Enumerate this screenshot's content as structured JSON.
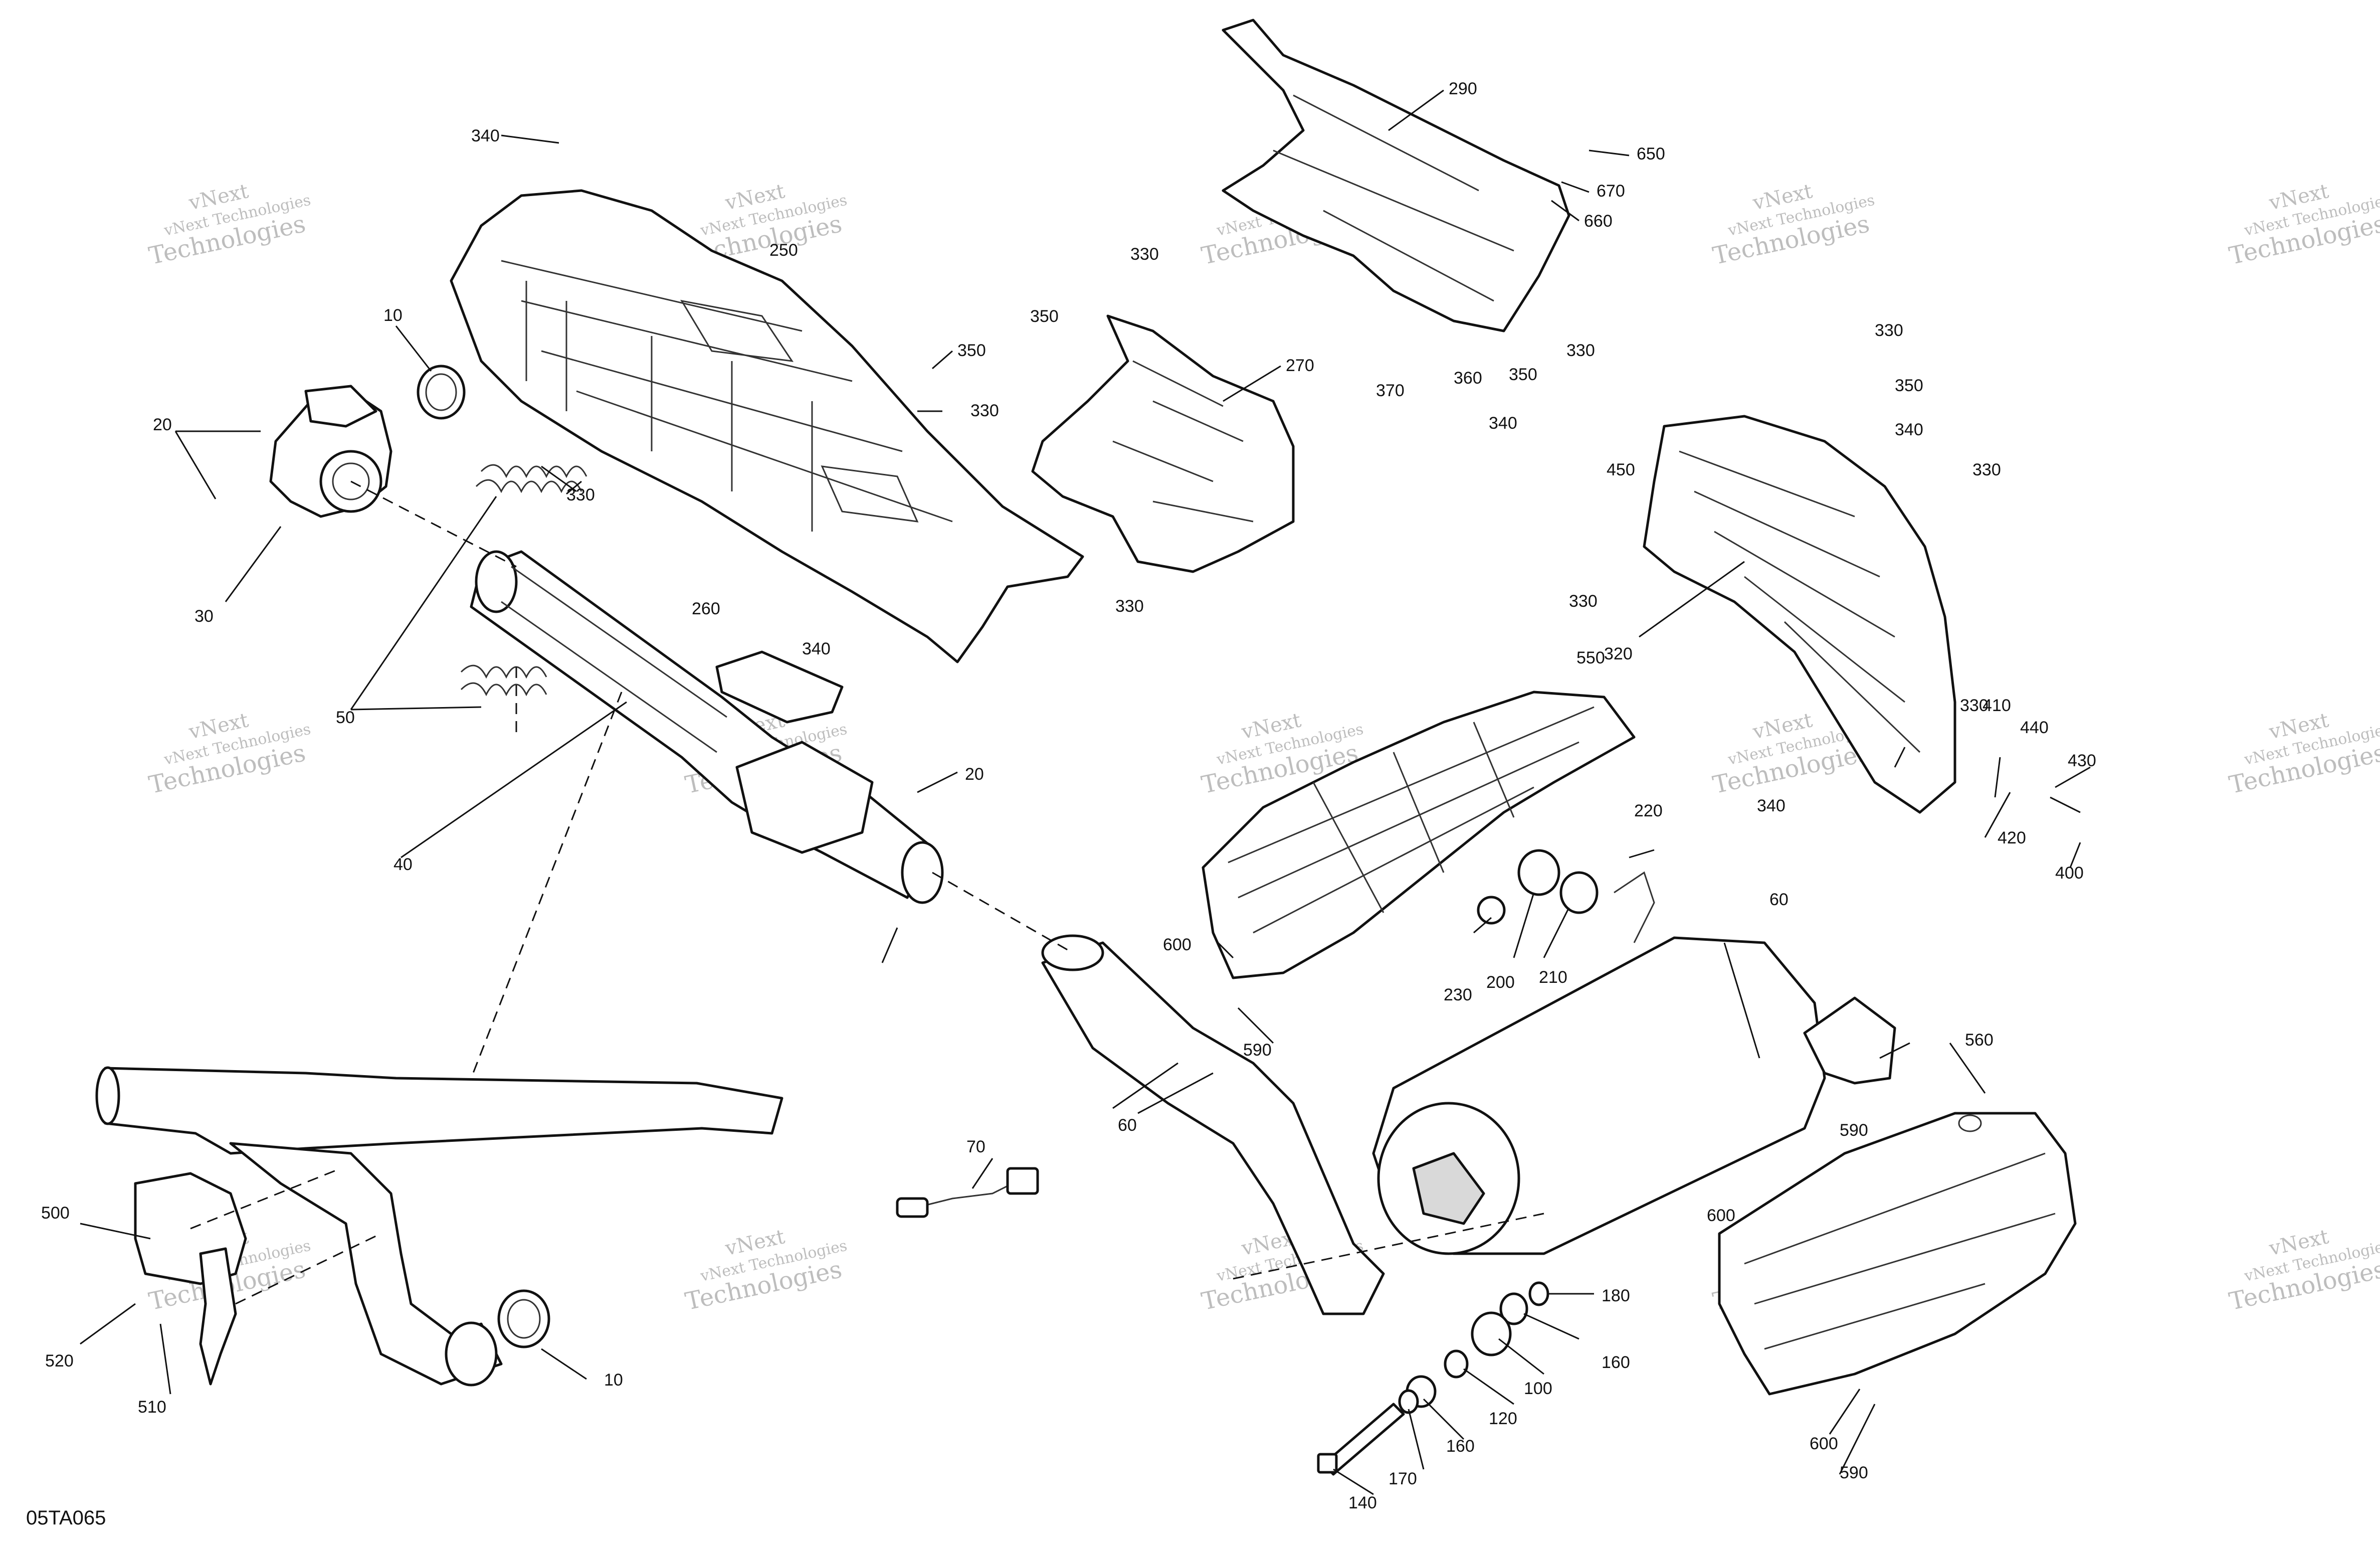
{
  "diagram_code": "05TA065",
  "watermark": {
    "line1": "vNext",
    "line2": "vNext Technologies",
    "line3": "Technologies"
  },
  "callouts": [
    "340",
    "290",
    "650",
    "670",
    "660",
    "10",
    "250",
    "330",
    "350",
    "330",
    "270",
    "360",
    "370",
    "330",
    "350",
    "330",
    "340",
    "20",
    "330",
    "330",
    "350",
    "350",
    "340",
    "450",
    "330",
    "30",
    "340",
    "330",
    "330",
    "320",
    "50",
    "260",
    "340",
    "410",
    "440",
    "430",
    "20",
    "550",
    "420",
    "400",
    "220",
    "40",
    "60",
    "600",
    "230",
    "200",
    "210",
    "590",
    "560",
    "60",
    "70",
    "590",
    "600",
    "500",
    "180",
    "160",
    "520",
    "100",
    "510",
    "10",
    "120",
    "160",
    "170",
    "600",
    "140",
    "590"
  ]
}
